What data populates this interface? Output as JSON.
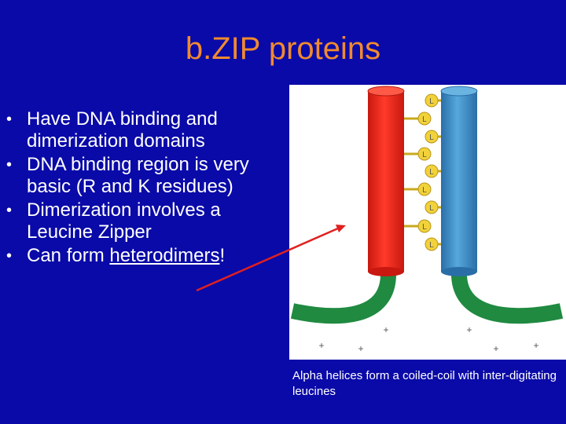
{
  "title": "b.ZIP proteins",
  "bullets": [
    {
      "text": "Have DNA binding and dimerization domains"
    },
    {
      "text": "DNA binding region is very basic (R and K residues)"
    },
    {
      "text": "Dimerization involves a Leucine Zipper"
    },
    {
      "text_before": "Can form ",
      "underlined": "heterodimers",
      "text_after": "!"
    }
  ],
  "bullet_symbol": "•",
  "figure": {
    "leucine_label": "L",
    "charge_symbol": "+",
    "colors": {
      "left_helix": "#f22a1e",
      "right_helix": "#3b8ec8",
      "dna_binding_arm": "#1f8a40",
      "leucine_ball": "#f2d23a",
      "arrow": "#e02020"
    }
  },
  "caption": "Alpha helices form a coiled-coil with inter-digitating leucines"
}
